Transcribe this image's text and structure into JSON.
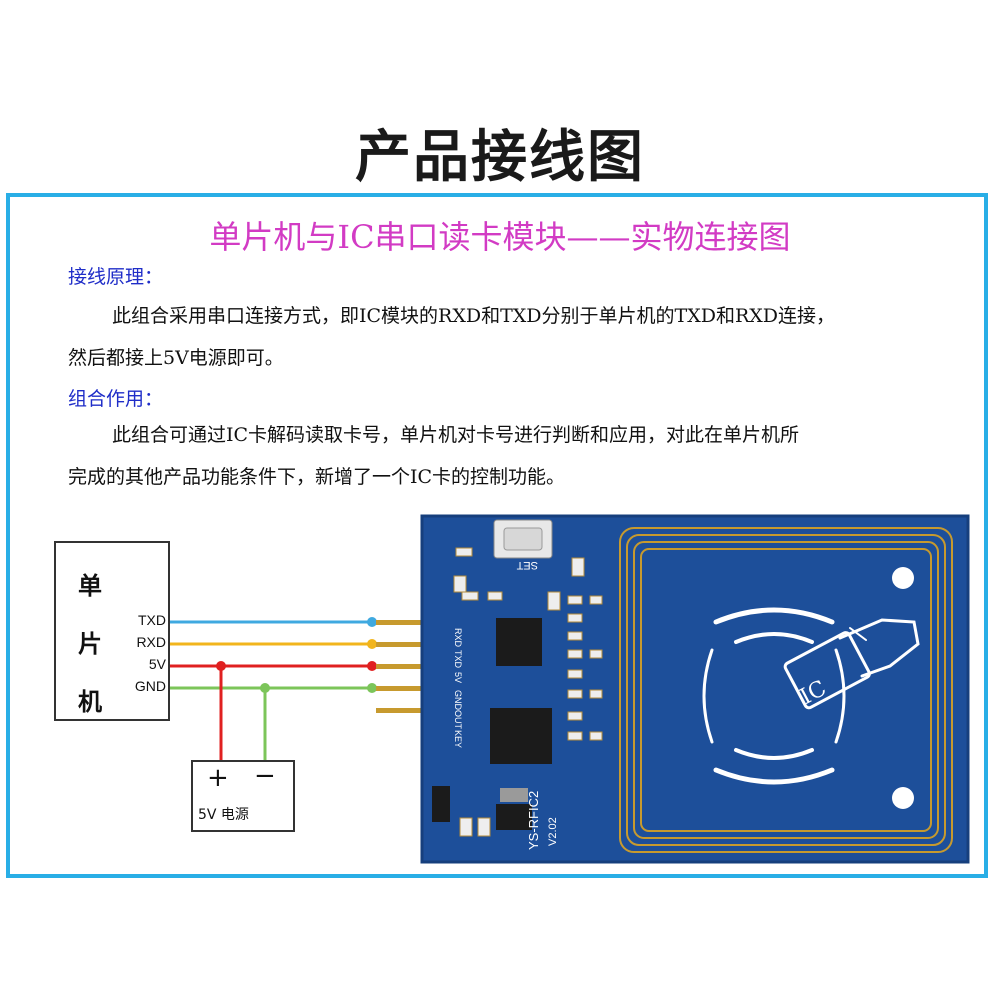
{
  "header": {
    "title": "产品接线图"
  },
  "panel": {
    "subtitle": "单片机与IC串口读卡模块——实物连接图",
    "sections": [
      {
        "heading": "接线原理：",
        "lines": [
          "此组合采用串口连接方式，即IC模块的RXD和TXD分别于单片机的TXD和RXD连接，",
          "然后都接上5V电源即可。"
        ]
      },
      {
        "heading": "组合作用：",
        "lines": [
          "此组合可通过IC卡解码读取卡号，单片机对卡号进行判断和应用，对此在单片机所",
          "完成的其他产品功能条件下，新增了一个IC卡的控制功能。"
        ]
      }
    ]
  },
  "mcu": {
    "chars": [
      "单",
      "片",
      "机"
    ],
    "pins": [
      "TXD",
      "RXD",
      "5V",
      "GND"
    ]
  },
  "power": {
    "plus": "+",
    "minus": "−",
    "label": "5V 电源"
  },
  "module": {
    "button_label": "SET",
    "board_label": "YS-RFIC2",
    "version": "V2.02",
    "pin_labels": [
      "RXD",
      "TXD",
      "5V",
      "GND",
      "OUT",
      "KEY"
    ],
    "card_label": "IC"
  },
  "colors": {
    "frame": "#29aee6",
    "subtitle": "#d23bc4",
    "section_heading": "#1f2dc8",
    "wire_txd": "#3fa9e0",
    "wire_rxd": "#f2b51c",
    "wire_5v": "#e02020",
    "wire_gnd": "#7cc55a",
    "pcb": "#1d4f9a",
    "gold": "#c79a2e"
  },
  "icons": [
    "antenna-coil-icon",
    "ic-card-hand-icon",
    "push-button-icon",
    "chip-icon"
  ]
}
